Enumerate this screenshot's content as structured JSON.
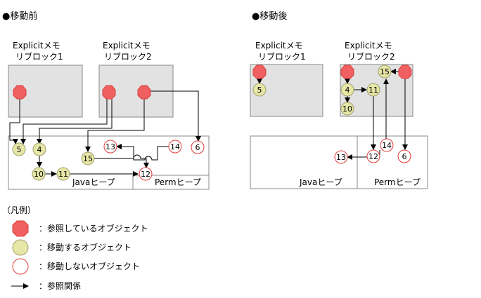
{
  "before": {
    "title": "●移動前",
    "block1": [
      "Explicitメモ",
      "リブロック1"
    ],
    "block2": [
      "Explicitメモ",
      "リブロック2"
    ],
    "java_heap": "Javaヒープ",
    "perm_heap": "Permヒープ",
    "objects": [
      "5",
      "4",
      "10",
      "11",
      "15",
      "13",
      "14",
      "12",
      "6"
    ]
  },
  "after": {
    "title": "●移動後",
    "block1": [
      "Explicitメモ",
      "リブロック1"
    ],
    "block2": [
      "Explicitメモ",
      "リブロック2"
    ],
    "java_heap": "Javaヒープ",
    "perm_heap": "Permヒープ",
    "objects": [
      "5",
      "4",
      "10",
      "11",
      "15",
      "13",
      "14",
      "12",
      "6"
    ]
  },
  "legend": {
    "title": "（凡例）",
    "referencing": "：参照しているオブジェクト",
    "moving": "：移動するオブジェクト",
    "not_moving": "：移動しないオブジェクト",
    "reference": "：参照関係"
  },
  "colors": {
    "referencing": "#f06060",
    "moving": "#e6e6a6",
    "not_moving_stroke": "#e23a3a",
    "block_fill": "#e2e2e2"
  }
}
